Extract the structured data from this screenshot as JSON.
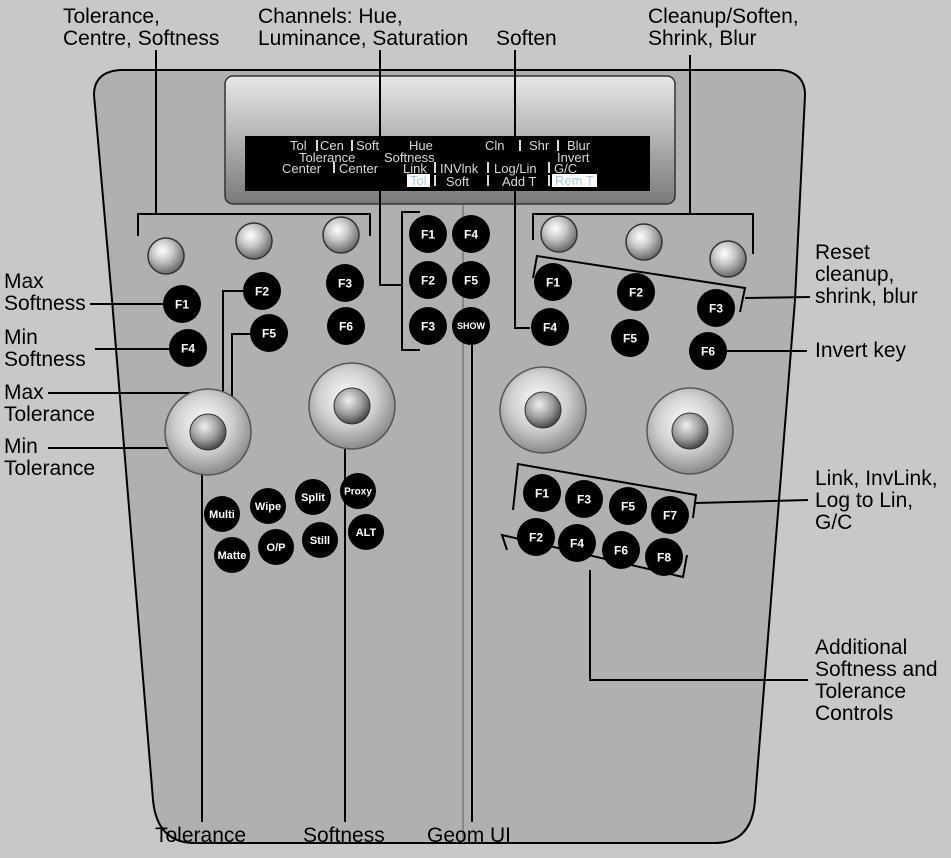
{
  "callouts": {
    "tolerance_centre_softness": "Tolerance,\nCentre, Softness",
    "channels": "Channels: Hue,\nLuminance, Saturation",
    "soften": "Soften",
    "cleanup_soften_shrink_blur": "Cleanup/Soften,\nShrink, Blur",
    "reset_cleanup": "Reset\ncleanup,\nshrink, blur",
    "max_softness": "Max\nSoftness",
    "min_softness": "Min\nSoftness",
    "max_tolerance": "Max\nTolerance",
    "min_tolerance": "Min\nTolerance",
    "invert_key": "Invert key",
    "link_group": "Link, InvLink,\nLog to Lin,\nG/C",
    "additional": "Additional\nSoftness and\nTolerance\nControls",
    "tolerance": "Tolerance",
    "softness": "Softness",
    "geom_ui": "Geom UI"
  },
  "lcd": {
    "tol": "Tol",
    "cen": "Cen",
    "soft": "Soft",
    "hue": "Hue",
    "cln": "Cln",
    "shr": "Shr",
    "blur": "Blur",
    "tolerance": "Tolerance",
    "softness": "Softness",
    "invert": "Invert",
    "center1": "Center",
    "center2": "Center",
    "link": "Link",
    "invlnk": "INVlnk",
    "loglin": "Log/Lin",
    "gc": "G/C",
    "tol_hl": "Tol",
    "soft2": "Soft",
    "addt": "Add T",
    "remt": "Rem T"
  },
  "buttons": {
    "left_f1": "F1",
    "left_f2": "F2",
    "left_f3": "F3",
    "left_f4": "F4",
    "left_f5": "F5",
    "left_f6": "F6",
    "mid_f1": "F1",
    "mid_f4": "F4",
    "mid_f2": "F2",
    "mid_f5": "F5",
    "mid_f3": "F3",
    "show": "SHOW",
    "right_f1": "F1",
    "right_f2": "F2",
    "right_f3": "F3",
    "right_f4": "F4",
    "right_f5": "F5",
    "right_f6": "F6",
    "multi": "Multi",
    "wipe": "Wipe",
    "split": "Split",
    "proxy": "Proxy",
    "matte": "Matte",
    "op": "O/P",
    "still": "Still",
    "alt": "ALT",
    "bot_f1": "F1",
    "bot_f3": "F3",
    "bot_f5": "F5",
    "bot_f7": "F7",
    "bot_f2": "F2",
    "bot_f4": "F4",
    "bot_f6": "F6",
    "bot_f8": "F8"
  },
  "colors": {
    "background": "#c8c8c8",
    "panel": "#b0b0b0",
    "display": "#000000",
    "button": "#000000",
    "button_text": "#ffffff"
  }
}
